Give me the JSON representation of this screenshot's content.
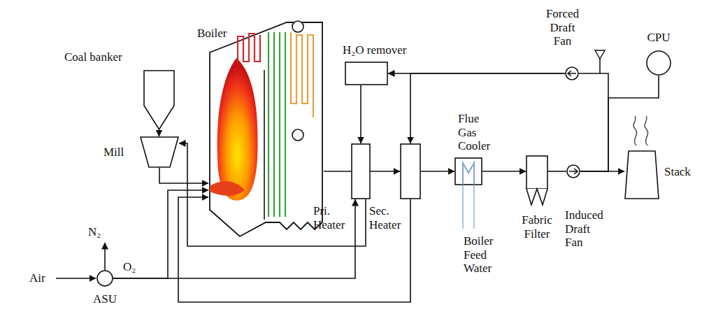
{
  "diagram": {
    "nodes": [
      {
        "text": [
          "Coal banker"
        ]
      },
      {
        "text": [
          "Mill"
        ]
      },
      {
        "text": [
          "Boiler"
        ]
      },
      {
        "text": [
          "H₂O remover"
        ]
      },
      {
        "text": [
          "Forced Draft Fan"
        ]
      },
      {
        "text": [
          "CPU"
        ]
      },
      {
        "text": [
          "Pri. Heater"
        ]
      },
      {
        "text": [
          "Sec. Heater"
        ]
      },
      {
        "text": [
          "Flue Gas Cooler"
        ]
      },
      {
        "text": [
          "Fabric Filter"
        ]
      },
      {
        "text": [
          "Induced Draft Fan"
        ]
      },
      {
        "text": [
          "Stack"
        ]
      },
      {
        "text": [
          "ASU"
        ]
      }
    ],
    "edges": [
      {
        "from": 0,
        "to": 1,
        "arrow": "to"
      },
      {
        "from": 1,
        "to": 2,
        "arrow": "to"
      },
      {
        "from": 12,
        "to": 2,
        "arrow": "to"
      },
      {
        "from": 12,
        "to": 6,
        "arrow": "to"
      },
      {
        "from": 6,
        "to": 1,
        "arrow": "to"
      },
      {
        "from": 7,
        "to": 2,
        "arrow": "to"
      },
      {
        "from": 2,
        "to": 6,
        "arrow": "none"
      },
      {
        "from": 6,
        "to": 7,
        "arrow": "to"
      },
      {
        "from": 7,
        "to": 8,
        "arrow": "to"
      },
      {
        "from": 8,
        "to": 9,
        "arrow": "to"
      },
      {
        "from": 9,
        "to": 10,
        "arrow": "none"
      },
      {
        "from": 10,
        "to": 11,
        "arrow": "to"
      },
      {
        "from": 10,
        "to": 5,
        "arrow": "none"
      },
      {
        "from": 10,
        "to": 4,
        "arrow": "none"
      },
      {
        "from": 4,
        "to": 3,
        "arrow": "to"
      },
      {
        "from": 4,
        "to": 7,
        "arrow": "to"
      },
      {
        "from": 3,
        "to": 6,
        "arrow": "to"
      }
    ],
    "labels": [
      "N₂",
      "Air",
      "O₂",
      "Boiler Feed Water"
    ]
  }
}
